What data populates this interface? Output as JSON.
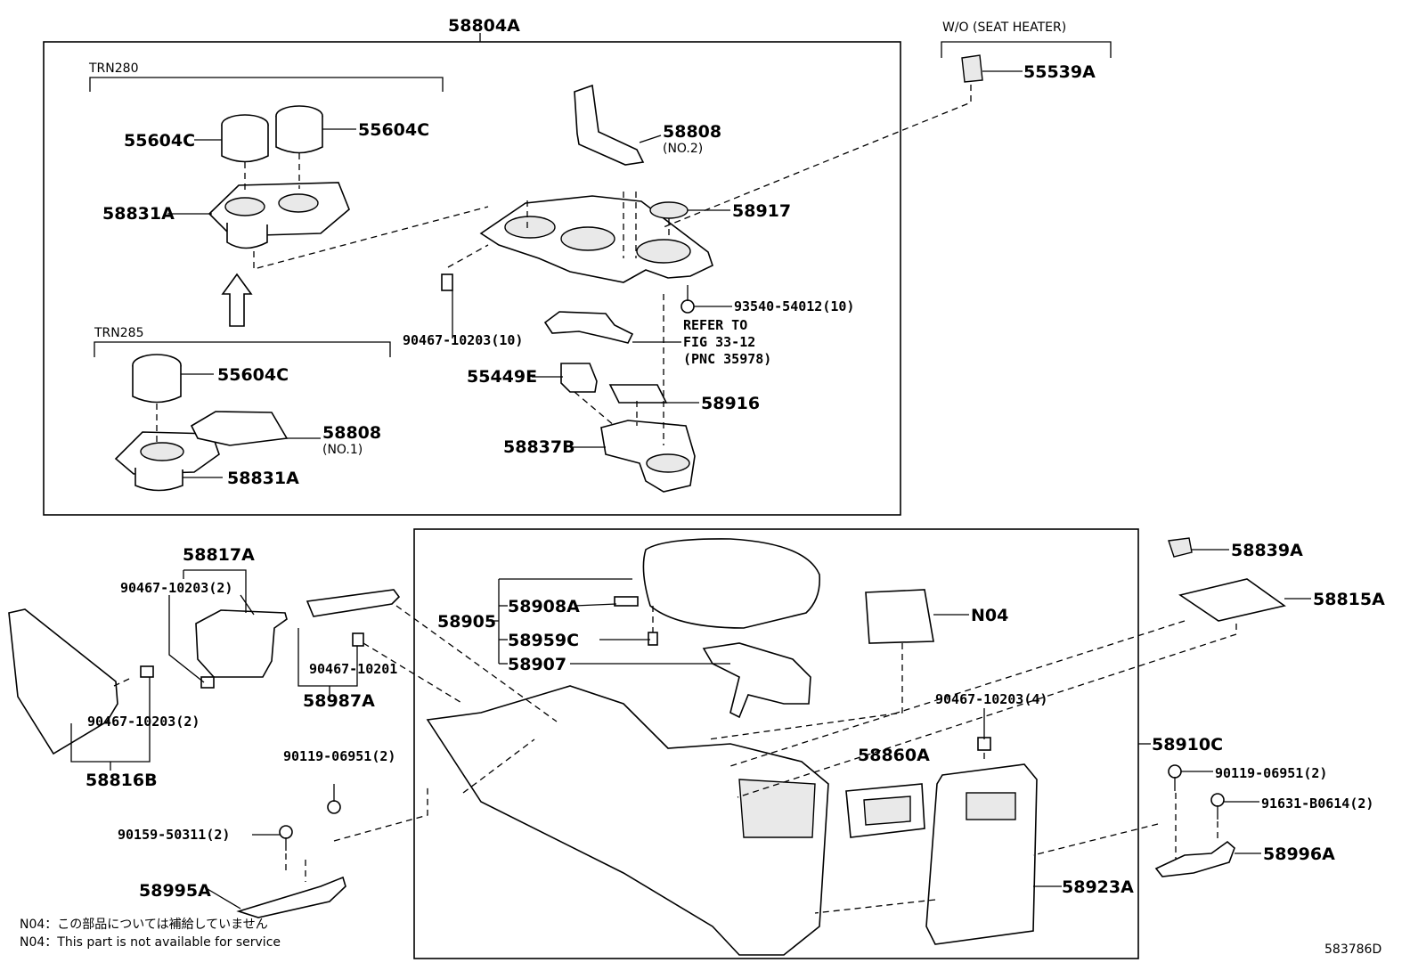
{
  "diagram_code": "583786D",
  "group_labels": {
    "main_assembly": "58804A",
    "trn280": "TRN280",
    "trn285": "TRN285",
    "wo_seat_heater": "W/O (SEAT HEATER)"
  },
  "labels": {
    "p55539A": "55539A",
    "p55604C_a": "55604C",
    "p55604C_b": "55604C",
    "p55604C_c": "55604C",
    "p58808_no2": "58808",
    "p58808_no2_sub": "(NO.2)",
    "p58831A_a": "58831A",
    "p58917": "58917",
    "p93540": "93540-54012(10)",
    "refer1": "REFER TO",
    "refer2": "FIG 33-12",
    "refer3": "(PNC 35978)",
    "p90467_10": "90467-10203(10)",
    "p55449E": "55449E",
    "p58916": "58916",
    "p58808_no1": "58808",
    "p58808_no1_sub": "(NO.1)",
    "p58831A_b": "58831A",
    "p58837B": "58837B",
    "p58817A": "58817A",
    "p90467_2a": "90467-10203(2)",
    "p90467_2b": "90467-10203(2)",
    "p58816B": "58816B",
    "p90467_10201": "90467-10201",
    "p58987A": "58987A",
    "p90119_left": "90119-06951(2)",
    "p90159": "90159-50311(2)",
    "p58995A": "58995A",
    "p58905": "58905",
    "p58908A": "58908A",
    "p58959C": "58959C",
    "p58907": "58907",
    "pN04": "N04",
    "p90467_4": "90467-10203(4)",
    "p58860A": "58860A",
    "p58923A": "58923A",
    "p58910C": "58910C",
    "p58839A": "58839A",
    "p58815A": "58815A",
    "p90119_right": "90119-06951(2)",
    "p91631": "91631-B0614(2)",
    "p58996A": "58996A"
  },
  "notes": {
    "line1": "N04：この部品については補給していません",
    "line2": "N04：This part is not available for service"
  }
}
